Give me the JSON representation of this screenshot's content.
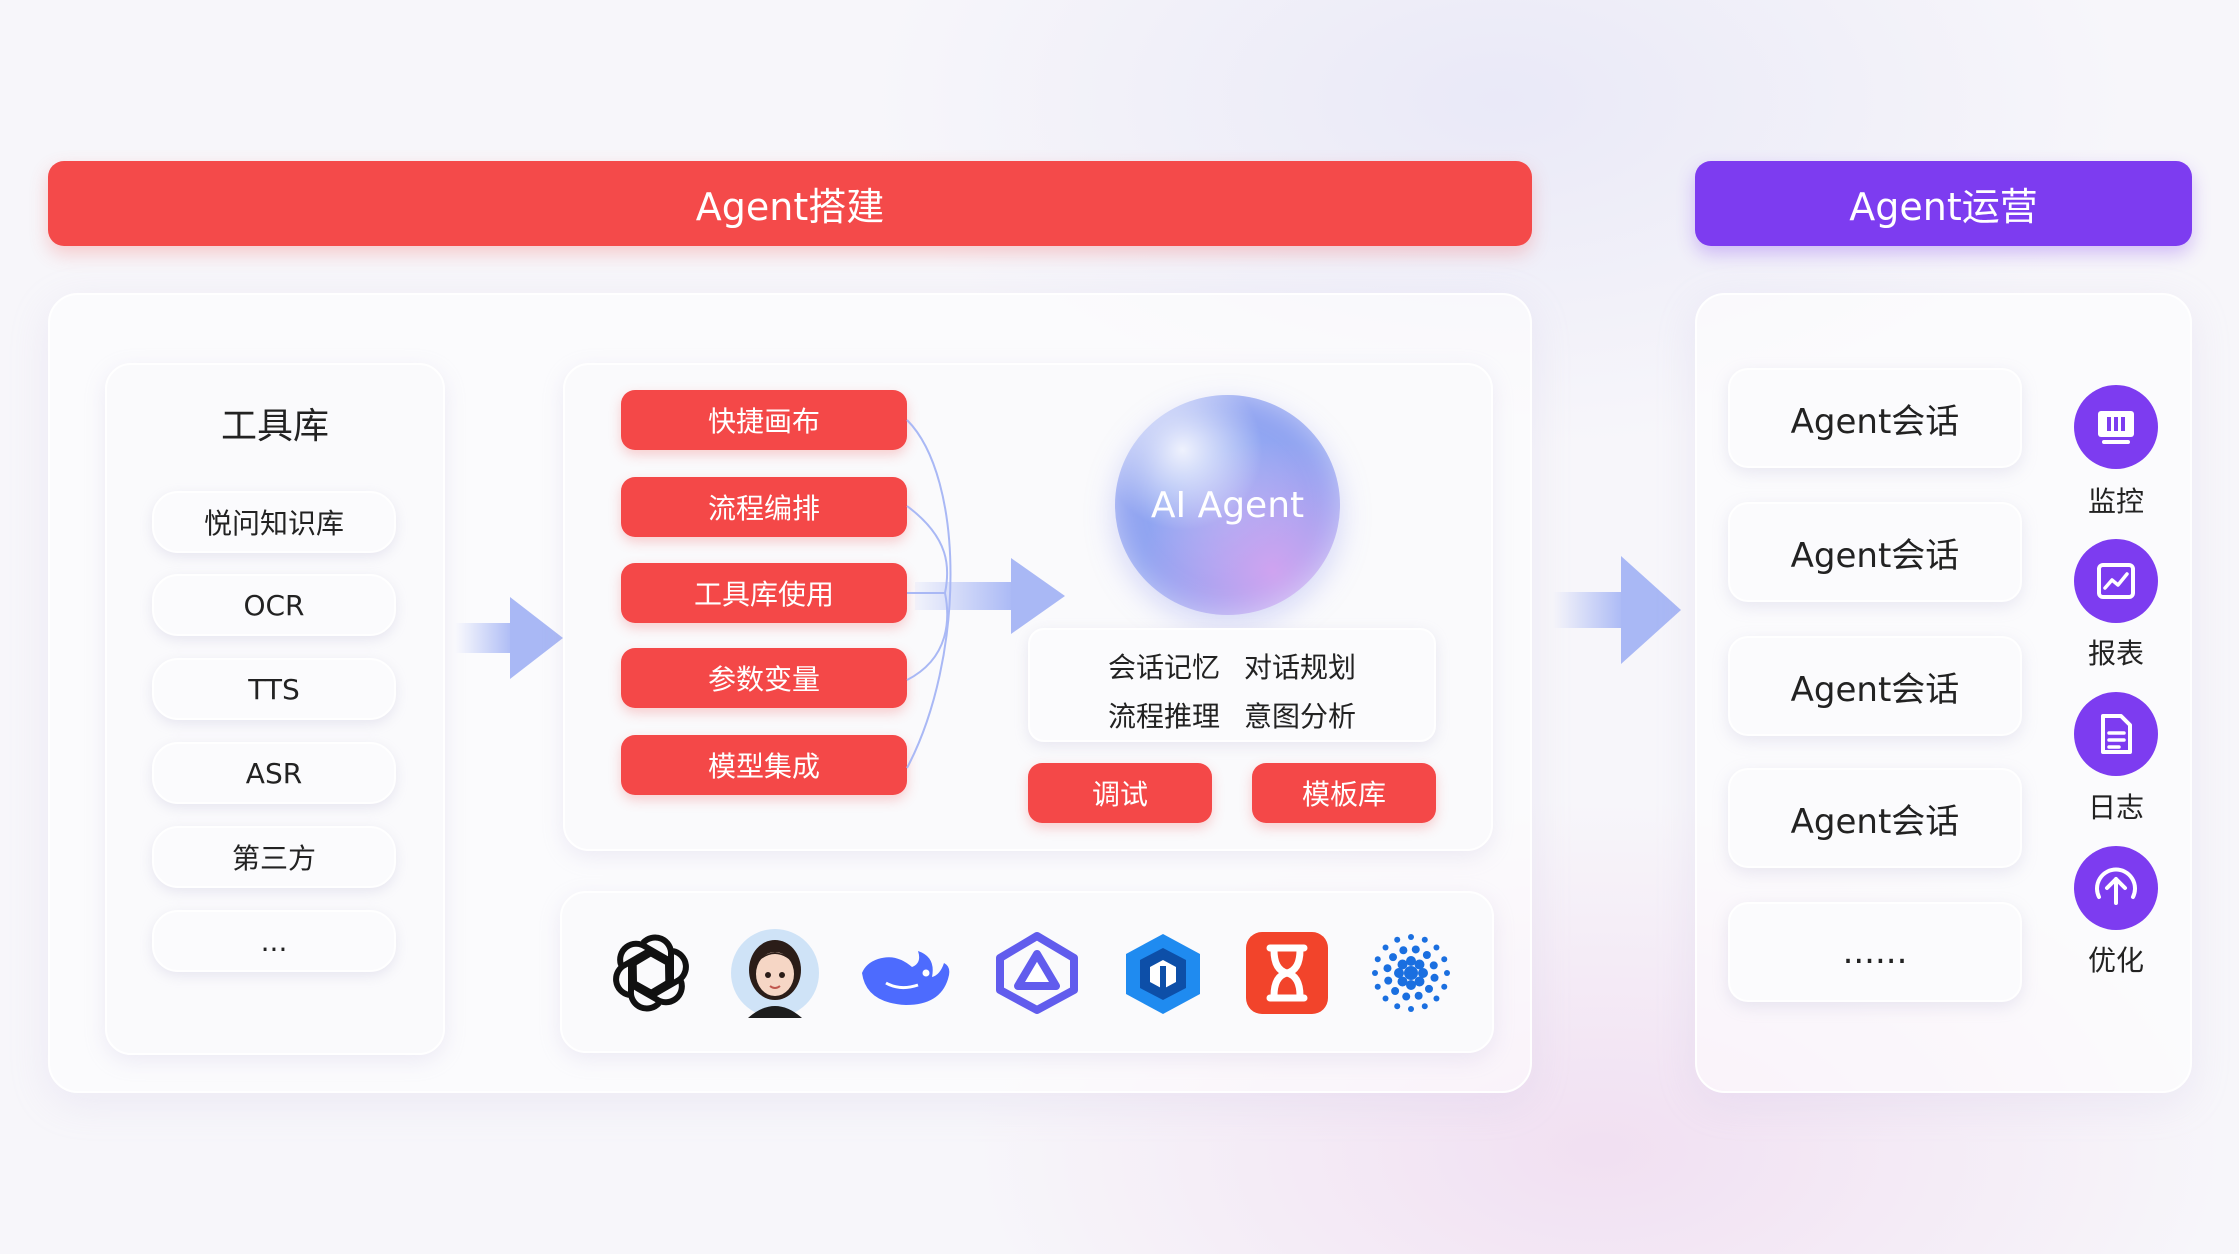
{
  "build": {
    "banner": "Agent搭建",
    "toolbox": {
      "title": "工具库",
      "items": [
        "悦问知识库",
        "OCR",
        "TTS",
        "ASR",
        "第三方",
        "..."
      ]
    },
    "features": [
      "快捷画布",
      "流程编排",
      "工具库使用",
      "参数变量",
      "模型集成"
    ],
    "agent": {
      "label": "AI Agent",
      "capabilities": [
        "会话记忆",
        "对话规划",
        "流程推理",
        "意图分析"
      ],
      "buttons": [
        "调试",
        "模板库"
      ]
    },
    "models": [
      "openai-logo-icon",
      "avatar-model-icon",
      "deepseek-whale-icon",
      "qwen-logo-icon",
      "hexagon-model-icon",
      "hourglass-model-icon",
      "dots-sphere-model-icon"
    ]
  },
  "ops": {
    "banner": "Agent运营",
    "sessions": [
      "Agent会话",
      "Agent会话",
      "Agent会话",
      "Agent会话",
      "......"
    ],
    "tools": [
      {
        "label": "监控",
        "icon": "monitor-icon"
      },
      {
        "label": "报表",
        "icon": "chart-report-icon"
      },
      {
        "label": "日志",
        "icon": "log-document-icon"
      },
      {
        "label": "优化",
        "icon": "optimize-upload-icon"
      }
    ]
  },
  "colors": {
    "red": "#f44a4a",
    "purple": "#7d3cf0",
    "arrow": "#a9b8f5"
  }
}
